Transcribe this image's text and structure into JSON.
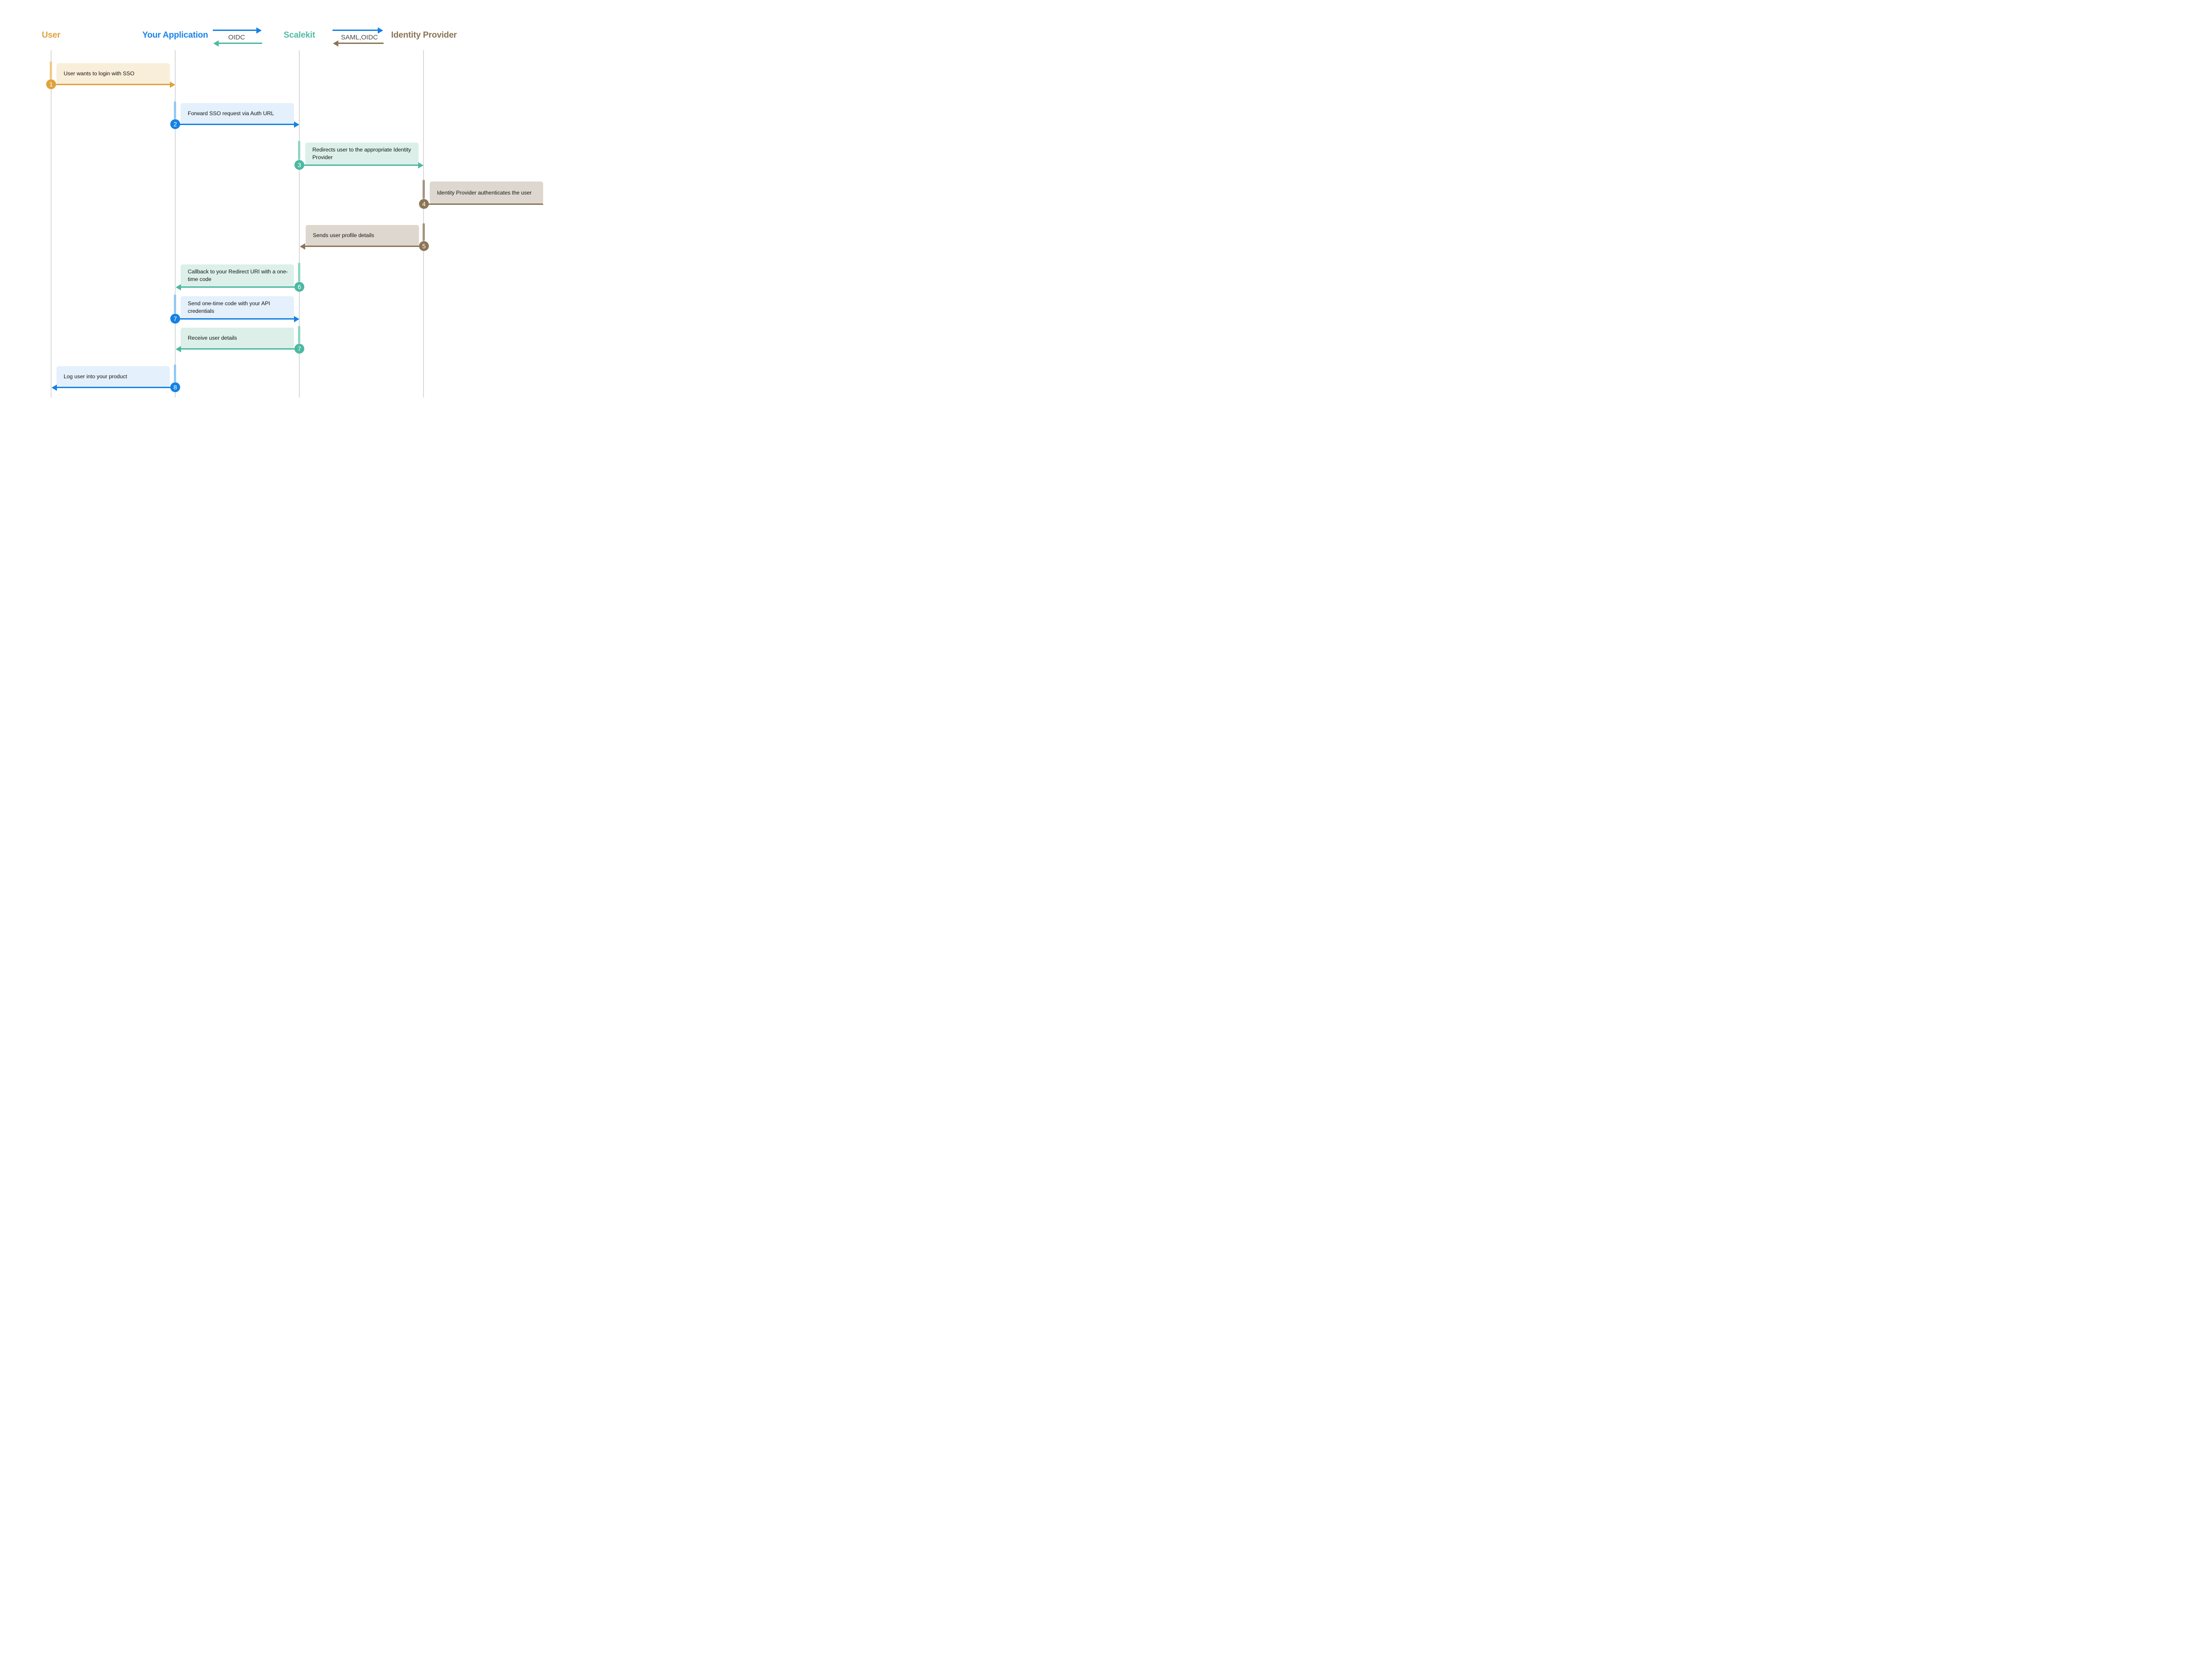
{
  "page": {
    "background": "#FFFFFF"
  },
  "actors": [
    {
      "name": "User",
      "color": "#DFA23C",
      "arrow_color": "#E0A23B",
      "message_fill": "#F9EEDA",
      "activation_color": "#EFC883"
    },
    {
      "name": "Your Application",
      "color": "#1B84E8",
      "arrow_color": "#1581E4",
      "message_fill": "#E4F0FB",
      "activation_color": "#92C9F4"
    },
    {
      "name": "Scalekit",
      "color": "#4FBCA4",
      "arrow_color": "#4CB9A2",
      "message_fill": "#DCF0E9",
      "activation_color": "#90D4C3"
    },
    {
      "name": "Identity Provider",
      "color": "#8A7456",
      "arrow_color": "#8B7557",
      "message_fill": "#DED7CF",
      "activation_color": "#A6947E"
    }
  ],
  "protocols": [
    {
      "label": "OIDC",
      "between": [
        "Your Application",
        "Scalekit"
      ],
      "forward_arrow_color": "#1581E4",
      "return_arrow_color": "#4CB9A2"
    },
    {
      "label": "SAML,OIDC",
      "between": [
        "Scalekit",
        "Identity Provider"
      ],
      "forward_arrow_color": "#1581E4",
      "return_arrow_color": "#8B7557"
    }
  ],
  "lifeline_color": "#D9D9D9",
  "messages": [
    {
      "step": "1",
      "text": "User wants to login with SSO",
      "from": "User",
      "to": "Your Application",
      "direction": "right",
      "color": "#E0A23B"
    },
    {
      "step": "2",
      "text": "Forward SSO request via Auth URL",
      "from": "Your Application",
      "to": "Scalekit",
      "direction": "right",
      "color": "#1581E4"
    },
    {
      "step": "3",
      "text": "Redirects user to the appropriate Identity Provider",
      "from": "Scalekit",
      "to": "Identity Provider",
      "direction": "right",
      "color": "#4CB9A2"
    },
    {
      "step": "4",
      "text": "Identity Provider authenticates the user",
      "from": "Identity Provider",
      "to": "Identity Provider",
      "direction": "self",
      "color": "#8B7557"
    },
    {
      "step": "5",
      "text": "Sends user profile details",
      "from": "Identity Provider",
      "to": "Scalekit",
      "direction": "left",
      "color": "#8B7557"
    },
    {
      "step": "6",
      "text": "Callback to your Redirect URI with a one-time code",
      "from": "Scalekit",
      "to": "Your Application",
      "direction": "left",
      "color": "#4CB9A2"
    },
    {
      "step": "7",
      "text": "Send one-time code with your API credentials",
      "from": "Your Application",
      "to": "Scalekit",
      "direction": "right",
      "color": "#1581E4"
    },
    {
      "step": "7",
      "text": "Receive user details",
      "from": "Scalekit",
      "to": "Your Application",
      "direction": "left",
      "color": "#4CB9A2"
    },
    {
      "step": "8",
      "text": "Log user into your product",
      "from": "Your Application",
      "to": "User",
      "direction": "left",
      "color": "#1581E4"
    }
  ]
}
